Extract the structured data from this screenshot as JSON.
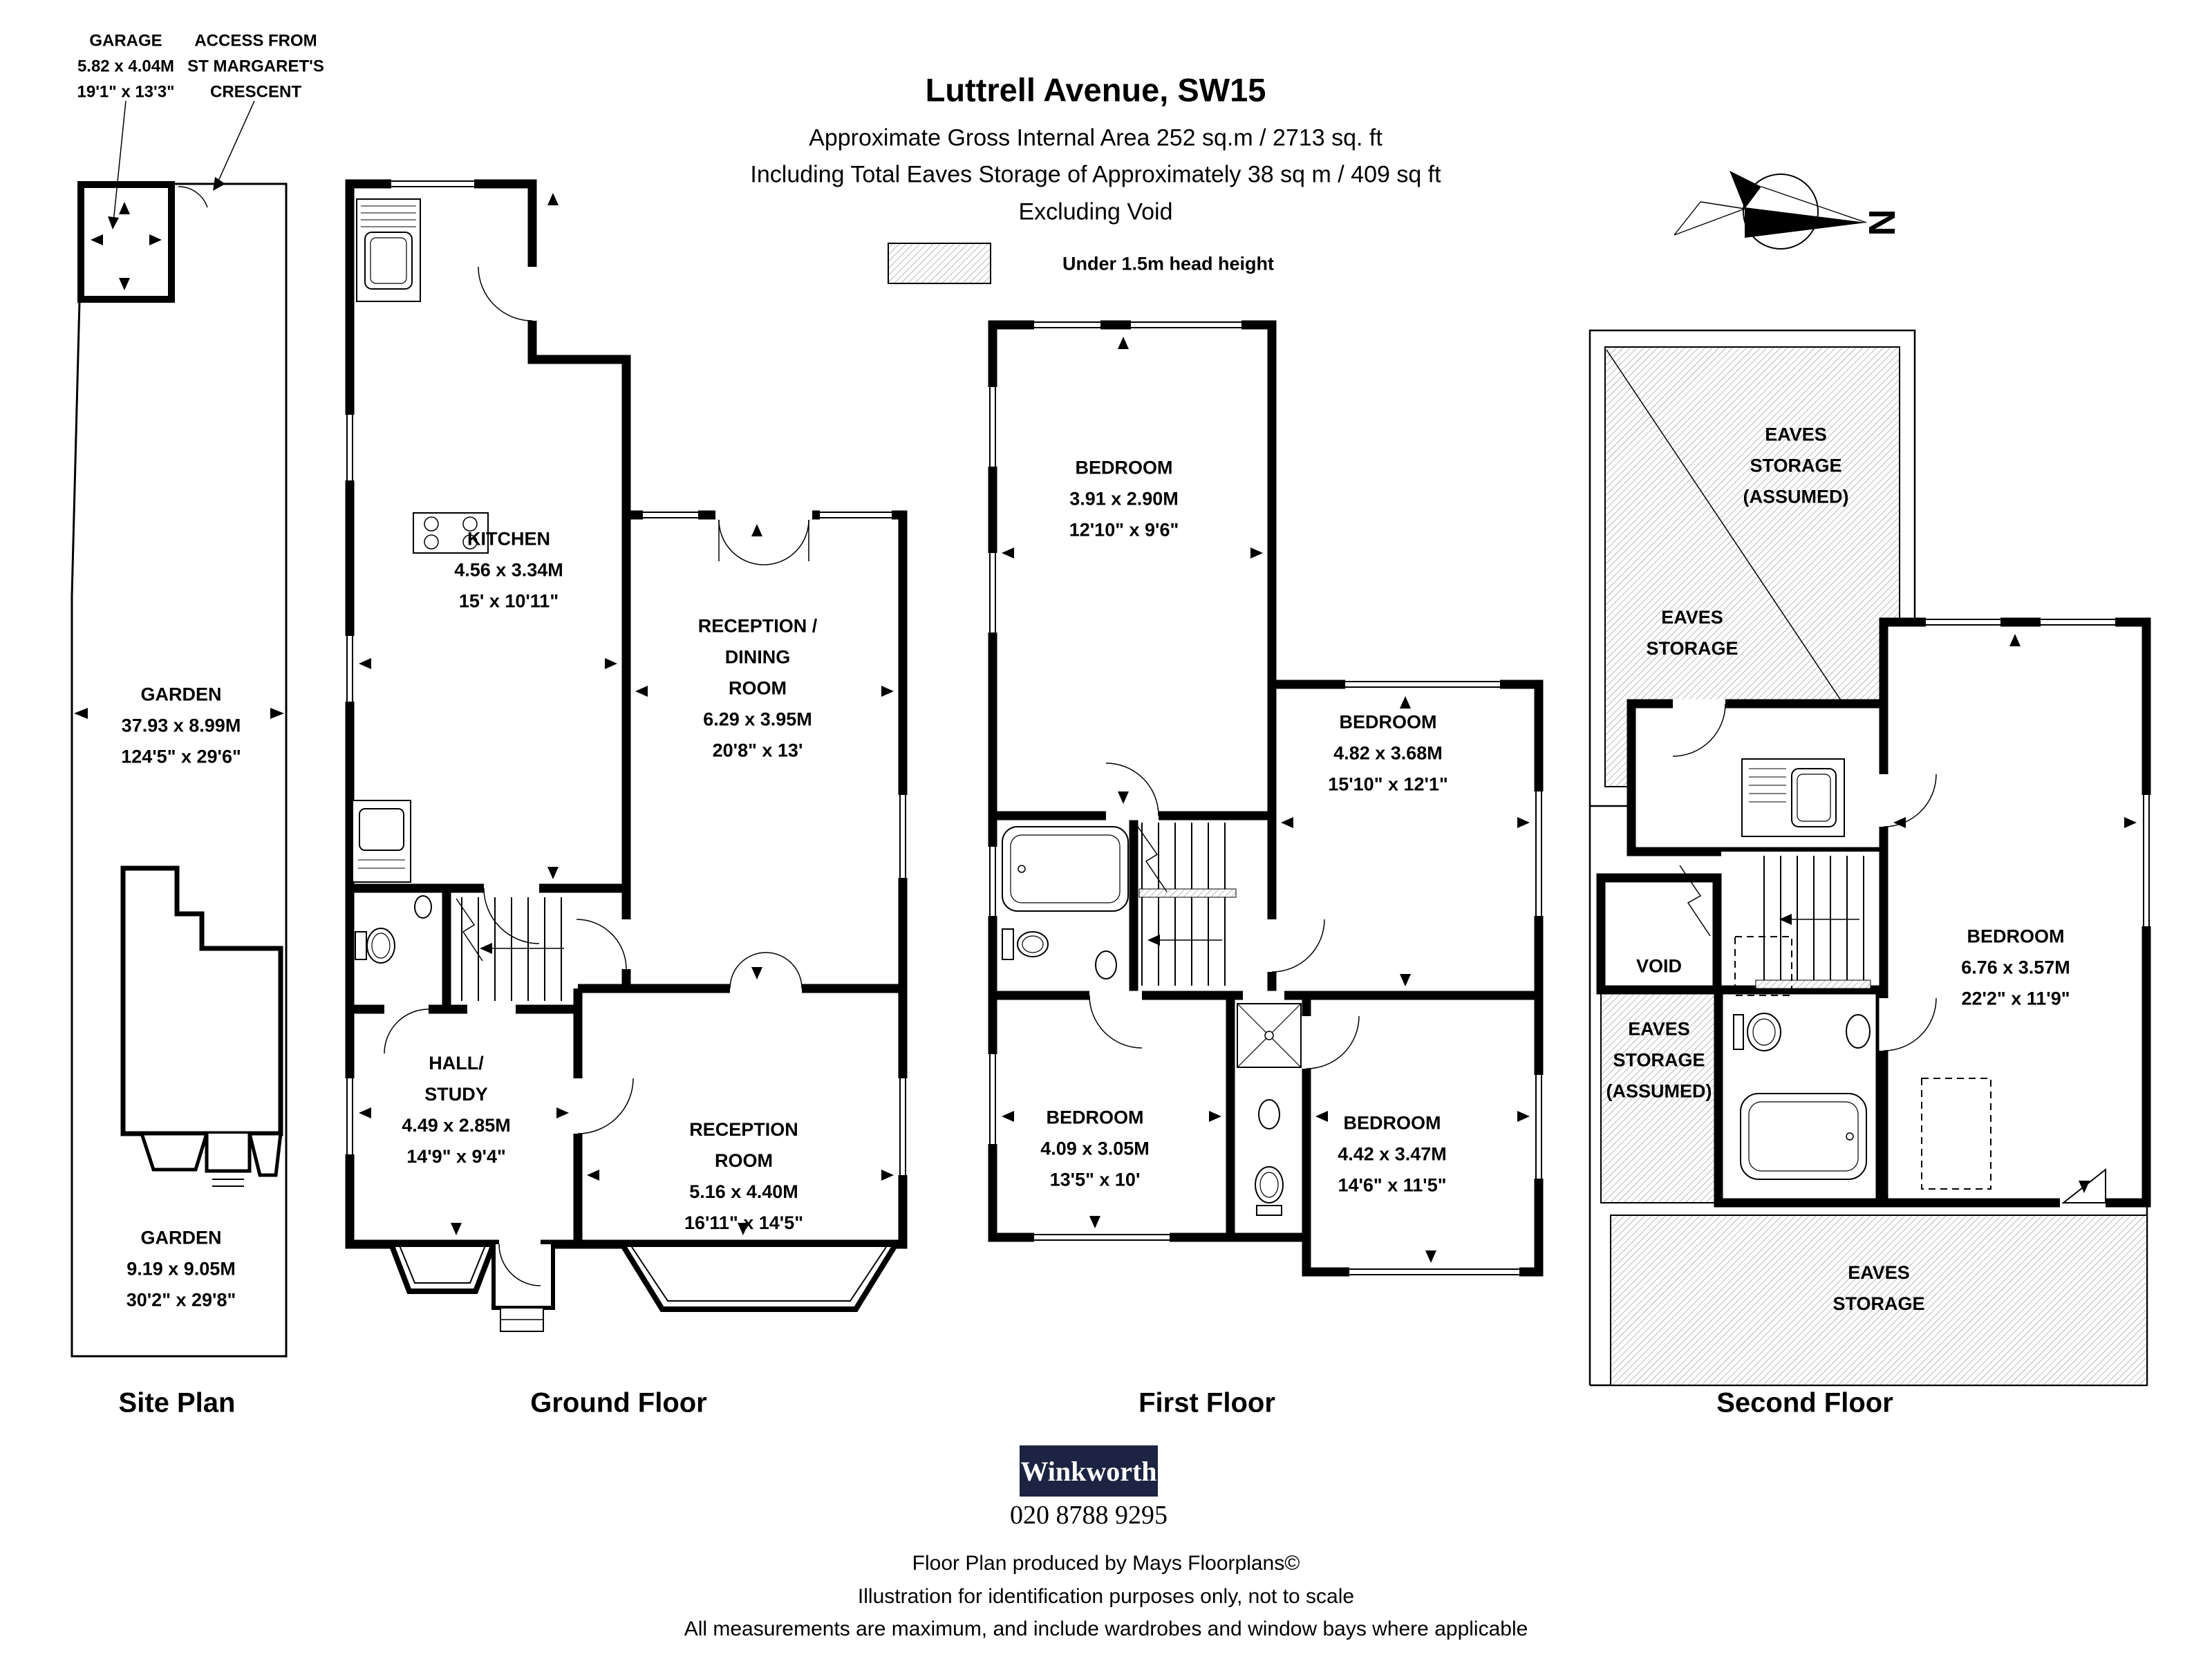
{
  "header": {
    "title": "Luttrell Avenue, SW15",
    "area_line": "Approximate Gross Internal Area 252 sq.m  /  2713 sq. ft",
    "eaves_line": "Including Total Eaves Storage of Approximately 38 sq m /  409 sq ft",
    "void_line": "Excluding Void",
    "legend_label": "Under 1.5m head height",
    "compass_letter": "N"
  },
  "site_plan": {
    "caption": "Site Plan",
    "garage_label": {
      "lines": [
        "GARAGE",
        "5.82 x 4.04M",
        "19'1\" x 13'3\""
      ]
    },
    "access_label": {
      "lines": [
        "ACCESS FROM",
        "ST MARGARET'S",
        "CRESCENT"
      ]
    },
    "garden_long_label": {
      "lines": [
        "GARDEN",
        "37.93 x 8.99M",
        "124'5\" x 29'6\""
      ]
    },
    "garden_rear_label": {
      "lines": [
        "GARDEN",
        "9.19 x 9.05M",
        "30'2\" x 29'8\""
      ]
    }
  },
  "ground_floor": {
    "caption": "Ground Floor",
    "kitchen": {
      "lines": [
        "KITCHEN",
        "4.56 x 3.34M",
        "15' x 10'11\""
      ]
    },
    "reception_dining": {
      "lines": [
        "RECEPTION /",
        "DINING",
        "ROOM",
        "6.29 x 3.95M",
        "20'8\" x 13'"
      ]
    },
    "hall_study": {
      "lines": [
        "HALL/",
        "STUDY",
        "4.49 x 2.85M",
        "14'9\" x 9'4\""
      ]
    },
    "reception_room": {
      "lines": [
        "RECEPTION",
        "ROOM",
        "5.16 x 4.40M",
        "16'11\" x 14'5\""
      ]
    }
  },
  "first_floor": {
    "caption": "First Floor",
    "bedroom_top": {
      "lines": [
        "BEDROOM",
        "3.91 x 2.90M",
        "12'10\" x 9'6\""
      ]
    },
    "bedroom_right": {
      "lines": [
        "BEDROOM",
        "4.82 x 3.68M",
        "15'10\" x 12'1\""
      ]
    },
    "bedroom_bottom_left": {
      "lines": [
        "BEDROOM",
        "4.09 x 3.05M",
        "13'5\" x 10'"
      ]
    },
    "bedroom_bottom_right": {
      "lines": [
        "BEDROOM",
        "4.42 x 3.47M",
        "14'6\" x 11'5\""
      ]
    }
  },
  "second_floor": {
    "caption": "Second Floor",
    "eaves_upper": {
      "lines": [
        "EAVES",
        "STORAGE",
        "(ASSUMED)"
      ]
    },
    "eaves_mid": {
      "lines": [
        "EAVES",
        "STORAGE"
      ]
    },
    "void_label": "VOID",
    "eaves_left": {
      "lines": [
        "EAVES",
        "STORAGE",
        "(ASSUMED)"
      ]
    },
    "eaves_bottom": {
      "lines": [
        "EAVES",
        "STORAGE"
      ]
    },
    "bedroom": {
      "lines": [
        "BEDROOM",
        "6.76 x 3.57M",
        "22'2\" x 11'9\""
      ]
    }
  },
  "footer": {
    "brand": "Winkworth",
    "brand_bg": "#1d2342",
    "phone": "020 8788 9295",
    "line1": "Floor Plan produced by Mays Floorplans©",
    "line2": "Illustration for identification purposes only, not to scale",
    "line3": "All measurements are maximum, and include wardrobes and window bays where applicable"
  }
}
